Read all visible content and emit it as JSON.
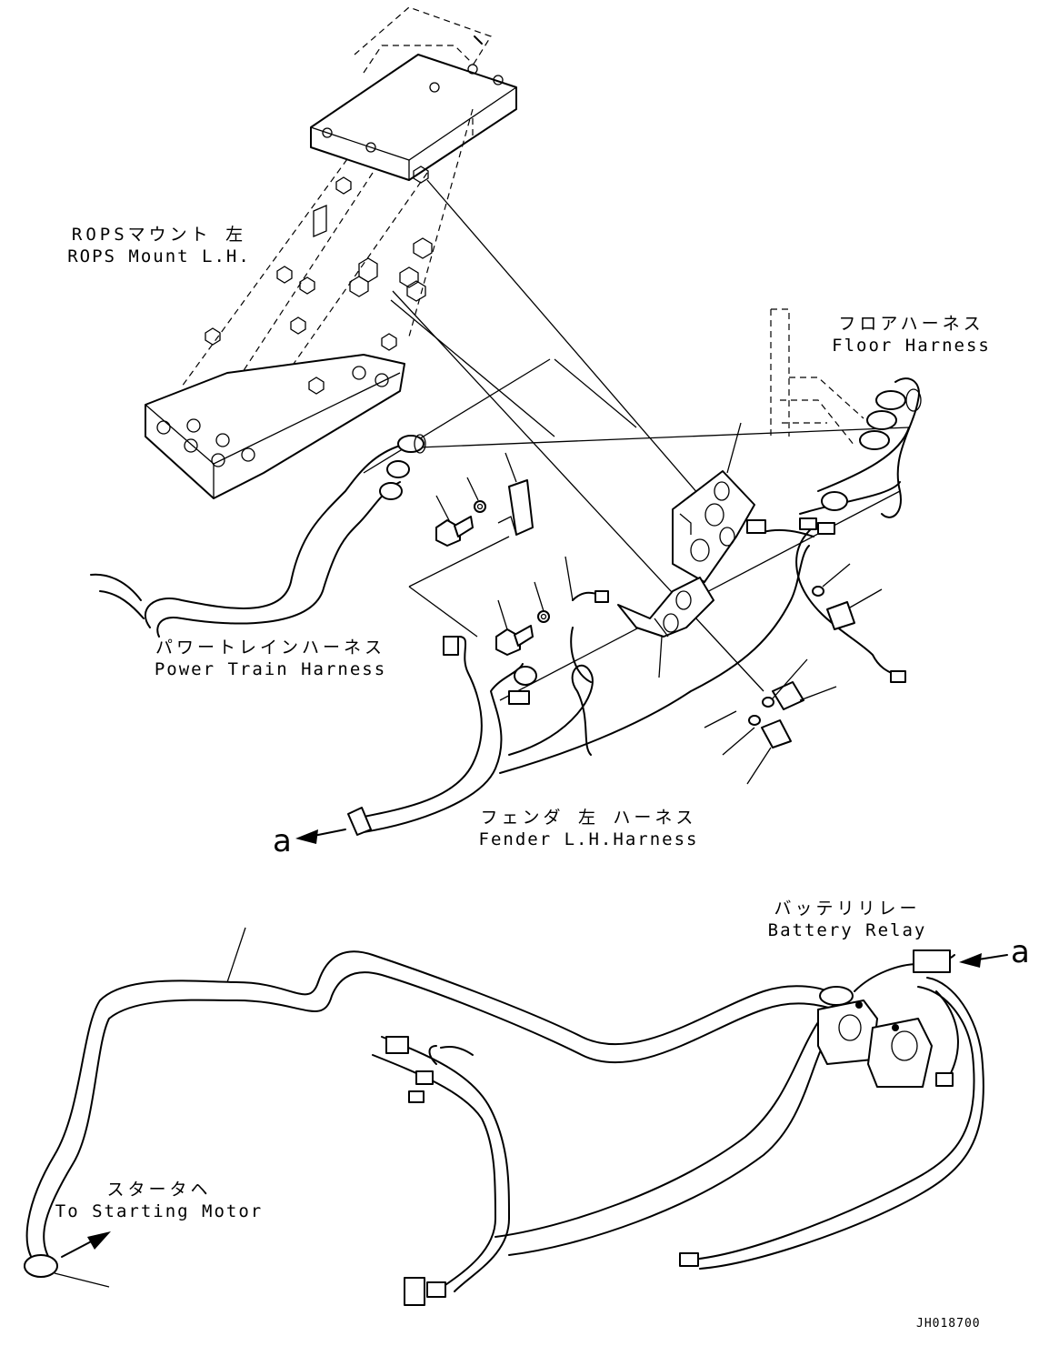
{
  "labels": {
    "rops_mount": {
      "jp": "ROPSマウント 左",
      "en": "ROPS Mount L.H."
    },
    "floor_harness": {
      "jp": "フロアハーネス",
      "en": "Floor Harness"
    },
    "power_train_harness": {
      "jp": "パワートレインハーネス",
      "en": "Power Train Harness"
    },
    "fender_harness": {
      "jp": "フェンダ 左 ハーネス",
      "en": "Fender L.H.Harness"
    },
    "battery_relay": {
      "jp": "バッテリリレー",
      "en": "Battery Relay"
    },
    "starting_motor": {
      "jp": "スタータヘ",
      "en": "To Starting Motor"
    }
  },
  "references": {
    "left": "a",
    "right": "a"
  },
  "document_id": "JH018700",
  "icons": [
    "arrow-icon",
    "bolt-icon",
    "washer-icon",
    "clamp-icon",
    "connector-icon"
  ]
}
